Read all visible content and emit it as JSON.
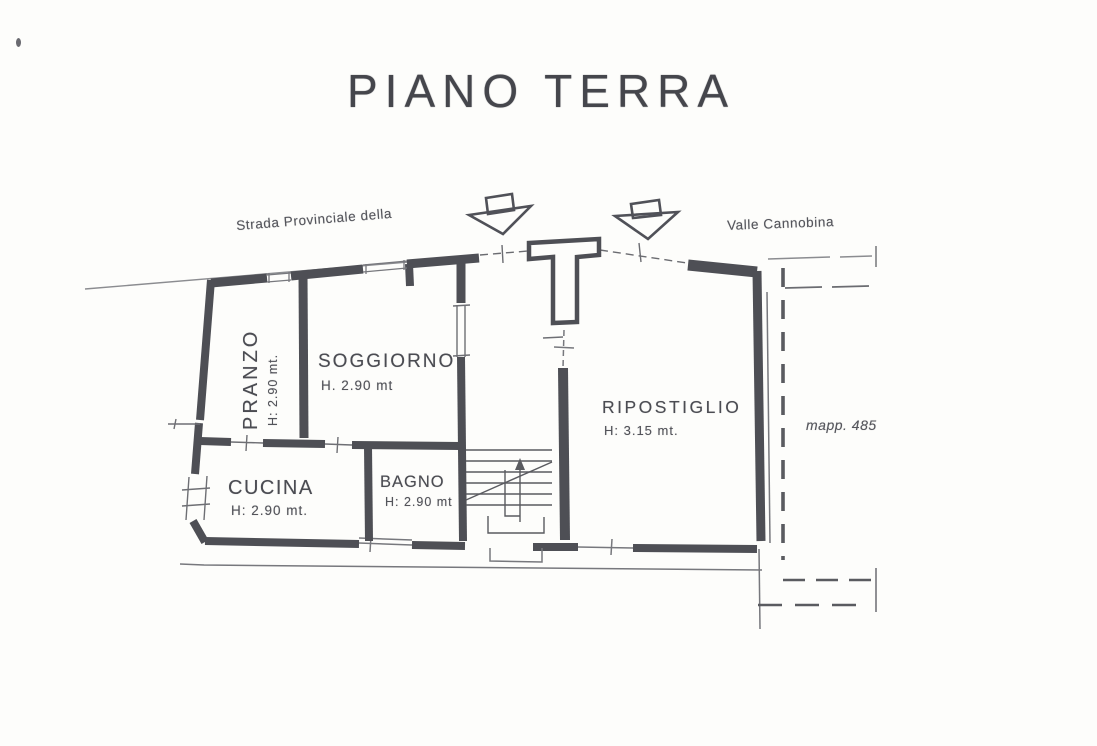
{
  "page": {
    "title": "PIANO TERRA"
  },
  "labels": {
    "street_left": "Strada Provinciale della",
    "street_right": "Valle Cannobina",
    "parcel": "mapp. 485"
  },
  "rooms": {
    "pranzo": {
      "name": "PRANZO",
      "height": "H: 2.90 mt."
    },
    "soggiorno": {
      "name": "SOGGIORNO",
      "height": "H. 2.90 mt"
    },
    "cucina": {
      "name": "CUCINA",
      "height": "H: 2.90 mt."
    },
    "bagno": {
      "name": "BAGNO",
      "height": "H: 2.90 mt"
    },
    "ripostiglio": {
      "name": "RIPOSTIGLIO",
      "height": "H: 3.15 mt."
    }
  },
  "symbols": {
    "entrance_arrows": "down-arrow-entrance",
    "stairs": "staircase-up"
  },
  "colors": {
    "ink": "#4b4c52",
    "thin_ink": "#76777c",
    "paper": "#fdfdfb"
  }
}
